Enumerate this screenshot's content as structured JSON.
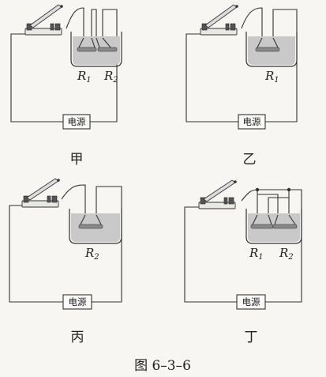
{
  "panels": [
    {
      "key": "jia",
      "label": "甲",
      "power_label": "电源",
      "resistors": [
        {
          "name": "R",
          "sub": "1"
        },
        {
          "name": "R",
          "sub": "2"
        }
      ]
    },
    {
      "key": "yi",
      "label": "乙",
      "power_label": "电源",
      "resistors": [
        {
          "name": "R",
          "sub": "1"
        }
      ]
    },
    {
      "key": "bing",
      "label": "丙",
      "power_label": "电源",
      "resistors": [
        {
          "name": "R",
          "sub": "2"
        }
      ]
    },
    {
      "key": "ding",
      "label": "丁",
      "power_label": "电源",
      "resistors": [
        {
          "name": "R",
          "sub": "1"
        },
        {
          "name": "R",
          "sub": "2"
        }
      ]
    }
  ],
  "caption": "图 6–3–6"
}
